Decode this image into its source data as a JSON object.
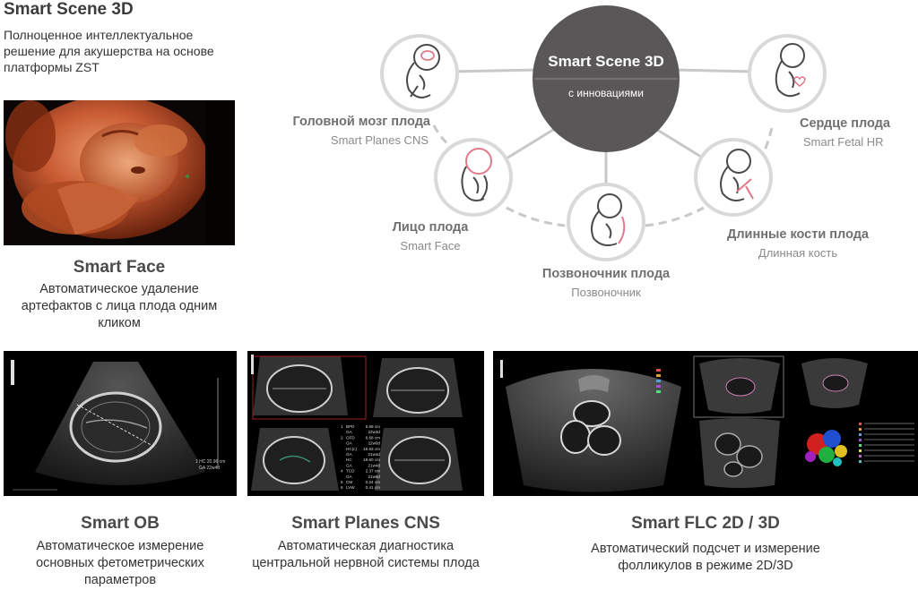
{
  "header": {
    "title": "Smart Scene 3D",
    "intro_lines": [
      "Полноценное интеллектуальное",
      "решение для акушерства на основе",
      "платформы ZST"
    ]
  },
  "hub": {
    "title": "Smart Scene 3D",
    "subtitle": "с инновациями"
  },
  "nodes": {
    "brain": {
      "ru": "Головной мозг плода",
      "en": "Smart Planes CNS"
    },
    "heart": {
      "ru": "Сердце плода",
      "en": "Smart Fetal HR"
    },
    "face": {
      "ru": "Лицо плода",
      "en": "Smart Face"
    },
    "spine": {
      "ru": "Позвоночник плода",
      "en": "Позвоночник"
    },
    "bones": {
      "ru": "Длинные кости плода",
      "en": "Длинная кость"
    }
  },
  "features": {
    "face": {
      "title": "Smart Face",
      "desc_lines": [
        "Автоматическое удаление",
        "артефактов с лица плода одним",
        "кликом"
      ]
    },
    "ob": {
      "title": "Smart OB",
      "desc_lines": [
        "Автоматическое измерение",
        "основных фетометрических",
        "параметров"
      ]
    },
    "cns": {
      "title": "Smart Planes CNS",
      "desc_lines": [
        "Автоматическая диагностика",
        "центральной нервной системы плода"
      ]
    },
    "flc": {
      "title": "Smart FLC 2D / 3D",
      "desc_lines": [
        "Автоматический подсчет и измерение",
        "фолликулов в режиме 2D/3D"
      ]
    }
  },
  "cns_measurements": [
    {
      "idx": "1",
      "label": "BPD",
      "value": "5.69 cm"
    },
    {
      "idx": "",
      "label": "GA",
      "value": "22w3d"
    },
    {
      "idx": "2",
      "label": "OFD",
      "value": "6.68 cm"
    },
    {
      "idx": "",
      "label": "GA",
      "value": "22w0d"
    },
    {
      "idx": "",
      "label": "HC(c)",
      "value": "19.63 cm"
    },
    {
      "idx": "",
      "label": "GA",
      "value": "21w4d"
    },
    {
      "idx": "",
      "label": "HC",
      "value": "19.60 cm"
    },
    {
      "idx": "",
      "label": "GA",
      "value": "21w4d"
    },
    {
      "idx": "4",
      "label": "TCD",
      "value": "2.37 cm"
    },
    {
      "idx": "",
      "label": "GA",
      "value": "21w6d"
    },
    {
      "idx": "5",
      "label": "CM",
      "value": "0.24 cm"
    },
    {
      "idx": "6",
      "label": "LVW",
      "value": "0.41 cm"
    }
  ],
  "ob_readout": {
    "line1": "1 HC 20.96 cm",
    "line2": "GA 22w4d"
  },
  "colors": {
    "hub": "#5a5759",
    "ring": "#d9d9d9",
    "line": "#c8c8c8",
    "accent_pink": "#e07a8a",
    "skin": "#c2542e"
  },
  "icons": [
    "fetus-brain-icon",
    "fetus-heart-icon",
    "fetus-face-icon",
    "fetus-spine-icon",
    "fetus-bones-icon"
  ]
}
